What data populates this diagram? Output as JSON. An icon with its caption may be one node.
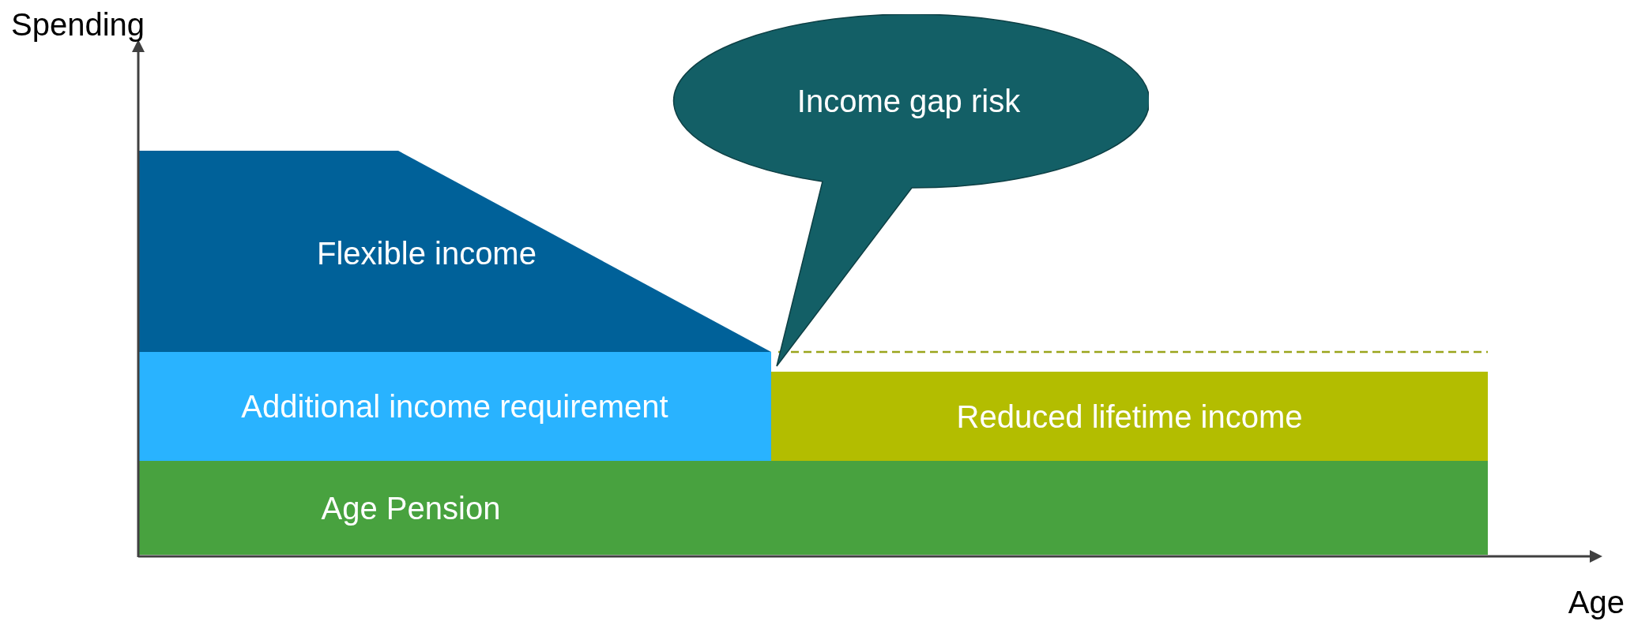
{
  "diagram": {
    "nodes": [
      {
        "text": [
          "Flexible income"
        ]
      },
      {
        "text": [
          "Additional income requirement"
        ]
      },
      {
        "text": [
          "Reduced lifetime income"
        ]
      },
      {
        "text": [
          "Age Pension"
        ]
      },
      {
        "text": [
          "Income gap risk"
        ]
      }
    ],
    "labels": [
      "Spending",
      "Age"
    ]
  }
}
